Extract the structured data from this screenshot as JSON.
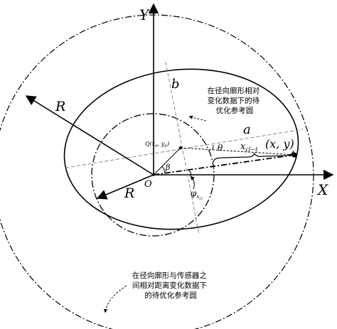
{
  "axes": {
    "x_label": "X",
    "y_label": "Y",
    "origin_label": "O"
  },
  "labels": {
    "R_outer": "R",
    "R_inner": "R",
    "b": "b",
    "a": "a",
    "point": "(x, y)",
    "center": "Q(xₑ, yₑ)",
    "center_main": "Q(x",
    "center_sub1": "e",
    "center_mid": ", y",
    "center_sub2": "e",
    "center_end": ")",
    "theta": "θ",
    "beta": "β",
    "x_ctl_main": "x",
    "x_ctl_sub": "cl−t",
    "phi_main": "φ",
    "phi_sub": "x",
    "phi_subsub": "cl"
  },
  "annotations": {
    "inner_circle": [
      "在径向廓形相对",
      "变化数据下的待",
      "优化参考圆"
    ],
    "outer_circle": [
      "在径向廓形与传感器之",
      "间相对距离变化数据下",
      "的待优化参考圆"
    ]
  },
  "colors": {
    "stroke": "#000000",
    "background": "#ffffff"
  }
}
